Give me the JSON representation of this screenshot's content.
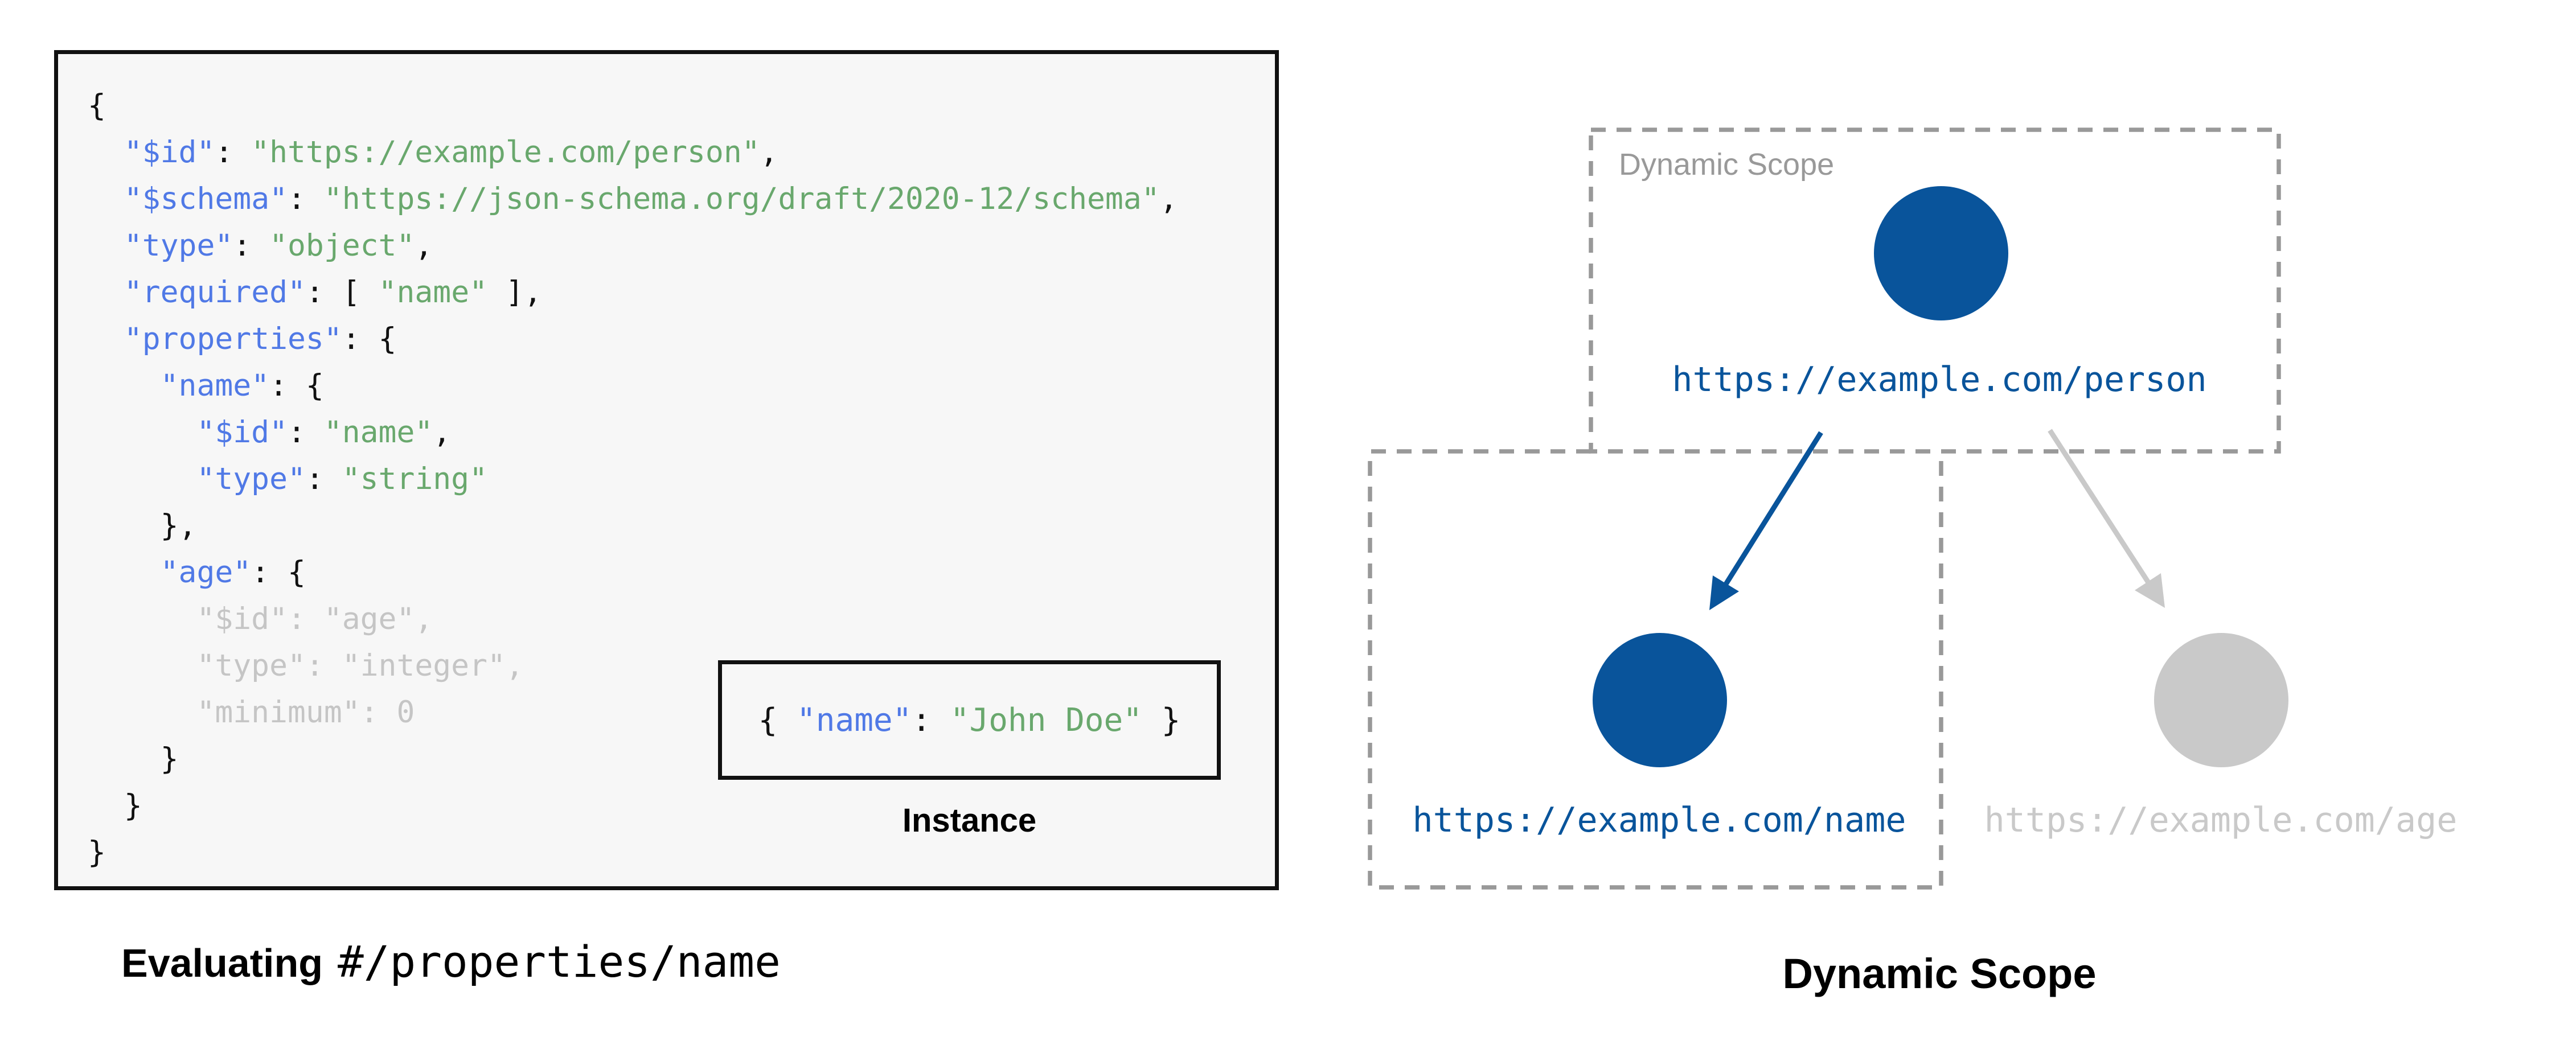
{
  "left_panel": {
    "code_lines": [
      [
        {
          "style": "plain",
          "text": "{"
        }
      ],
      [
        {
          "style": "plain",
          "text": "  "
        },
        {
          "style": "key",
          "text": "\"$id\""
        },
        {
          "style": "plain",
          "text": ": "
        },
        {
          "style": "string",
          "text": "\"https://example.com/person\""
        },
        {
          "style": "plain",
          "text": ","
        }
      ],
      [
        {
          "style": "plain",
          "text": "  "
        },
        {
          "style": "key",
          "text": "\"$schema\""
        },
        {
          "style": "plain",
          "text": ": "
        },
        {
          "style": "string",
          "text": "\"https://json-schema.org/draft/2020-12/schema\""
        },
        {
          "style": "plain",
          "text": ","
        }
      ],
      [
        {
          "style": "plain",
          "text": "  "
        },
        {
          "style": "key",
          "text": "\"type\""
        },
        {
          "style": "plain",
          "text": ": "
        },
        {
          "style": "string",
          "text": "\"object\""
        },
        {
          "style": "plain",
          "text": ","
        }
      ],
      [
        {
          "style": "plain",
          "text": "  "
        },
        {
          "style": "key",
          "text": "\"required\""
        },
        {
          "style": "plain",
          "text": ": [ "
        },
        {
          "style": "string",
          "text": "\"name\""
        },
        {
          "style": "plain",
          "text": " ],"
        }
      ],
      [
        {
          "style": "plain",
          "text": "  "
        },
        {
          "style": "key",
          "text": "\"properties\""
        },
        {
          "style": "plain",
          "text": ": {"
        }
      ],
      [
        {
          "style": "plain",
          "text": "    "
        },
        {
          "style": "key",
          "text": "\"name\""
        },
        {
          "style": "plain",
          "text": ": {"
        }
      ],
      [
        {
          "style": "plain",
          "text": "      "
        },
        {
          "style": "key",
          "text": "\"$id\""
        },
        {
          "style": "plain",
          "text": ": "
        },
        {
          "style": "string",
          "text": "\"name\""
        },
        {
          "style": "plain",
          "text": ","
        }
      ],
      [
        {
          "style": "plain",
          "text": "      "
        },
        {
          "style": "key",
          "text": "\"type\""
        },
        {
          "style": "plain",
          "text": ": "
        },
        {
          "style": "string",
          "text": "\"string\""
        }
      ],
      [
        {
          "style": "plain",
          "text": "    },"
        }
      ],
      [
        {
          "style": "plain",
          "text": "    "
        },
        {
          "style": "key",
          "text": "\"age\""
        },
        {
          "style": "plain",
          "text": ": {"
        }
      ],
      [
        {
          "style": "faded",
          "text": "      \"$id\": \"age\","
        }
      ],
      [
        {
          "style": "faded",
          "text": "      \"type\": \"integer\","
        }
      ],
      [
        {
          "style": "faded",
          "text": "      \"minimum\": 0"
        }
      ],
      [
        {
          "style": "plain",
          "text": "    }"
        }
      ],
      [
        {
          "style": "plain",
          "text": "  }"
        }
      ],
      [
        {
          "style": "plain",
          "text": "}"
        }
      ]
    ],
    "instance": {
      "label": "Instance",
      "tokens": [
        {
          "style": "plain",
          "text": "{ "
        },
        {
          "style": "key",
          "text": "\"name\""
        },
        {
          "style": "plain",
          "text": ": "
        },
        {
          "style": "string",
          "text": "\"John Doe\""
        },
        {
          "style": "plain",
          "text": " }"
        }
      ]
    },
    "caption": {
      "bold": "Evaluating",
      "mono": "#/properties/name"
    }
  },
  "diagram": {
    "scope_label": "Dynamic Scope",
    "caption": "Dynamic Scope",
    "nodes": [
      {
        "id": "person",
        "label": "https://example.com/person",
        "state": "in-scope"
      },
      {
        "id": "name",
        "label": "https://example.com/name",
        "state": "in-scope"
      },
      {
        "id": "age",
        "label": "https://example.com/age",
        "state": "out-of-scope"
      }
    ]
  },
  "colors": {
    "panel_bg": "#f7f7f7",
    "ink": "#111111",
    "key_blue": "#5079e6",
    "string_green": "#69a86d",
    "faded_gray": "#c5c5c5",
    "node_gray": "#c9c9c9",
    "dash_gray": "#999999",
    "accent_blue": "#09549b"
  }
}
